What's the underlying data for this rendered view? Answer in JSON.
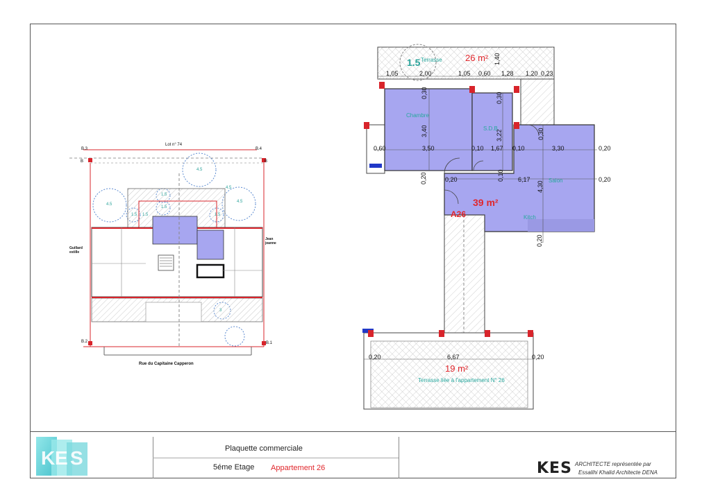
{
  "key_plan": {
    "lot_label": "Lot n° 74",
    "markers": [
      "B.3",
      "B.4",
      "B.2",
      "B.1",
      "B",
      "B"
    ],
    "neighbor_left": "Guillard\nestille",
    "neighbor_right": "Jean\njeanne",
    "street": "Rue du Capitaine Capperon",
    "tree_labels": [
      "4.5",
      "4.5",
      "4.5",
      "4.5",
      "1.5",
      "1.5",
      "1.5",
      "1.5",
      "1.5",
      "3"
    ]
  },
  "apartment_plan": {
    "terrace_top_label": "Terrasse",
    "terrace_top_area": "26 m²",
    "tree_label": "1.5",
    "top_dims": [
      "1,05",
      "2,00",
      "1,05",
      "0,60",
      "1,28",
      "1,20",
      "0,23"
    ],
    "top_vertical_dim": "1,40",
    "rooms": {
      "chambre": "Chambre",
      "sdb": "S.D.B",
      "salon": "Salon",
      "kitch": "Kitch"
    },
    "row_dims": [
      "0,60",
      "3,50",
      "0,10",
      "1,67",
      "0,10",
      "3,30",
      "0,20"
    ],
    "vertical_dims": [
      "0,30",
      "3,40",
      "0,30",
      "3,22",
      "0,30",
      "0,10",
      "4,30"
    ],
    "lower_dims": [
      "0,20",
      "6,17",
      "0,20"
    ],
    "apartment_area": "39 m²",
    "apartment_id": "A26",
    "bottom_vertical_dim": "0,20",
    "terrace_bottom_dims": [
      "0,20",
      "6,67",
      "0,20"
    ],
    "terrace_bottom_area": "19 m²",
    "terrace_bottom_label": "Terrasse liée à l'appartement N° 26"
  },
  "title_block": {
    "title": "Plaquette commerciale",
    "floor": "5éme Etage",
    "apartment": "Appartement 26",
    "firm_logo": "KES",
    "architect_line1": "ARCHITECTE représentée par",
    "architect_line2": "Essalihi Khalid  Architecte DENA"
  },
  "colors": {
    "room_fill": "#a7a6f0",
    "wall_red": "#d8242b",
    "text_red": "#e0262b",
    "text_teal": "#2aa39a",
    "hatch": "#d0d0d0"
  }
}
